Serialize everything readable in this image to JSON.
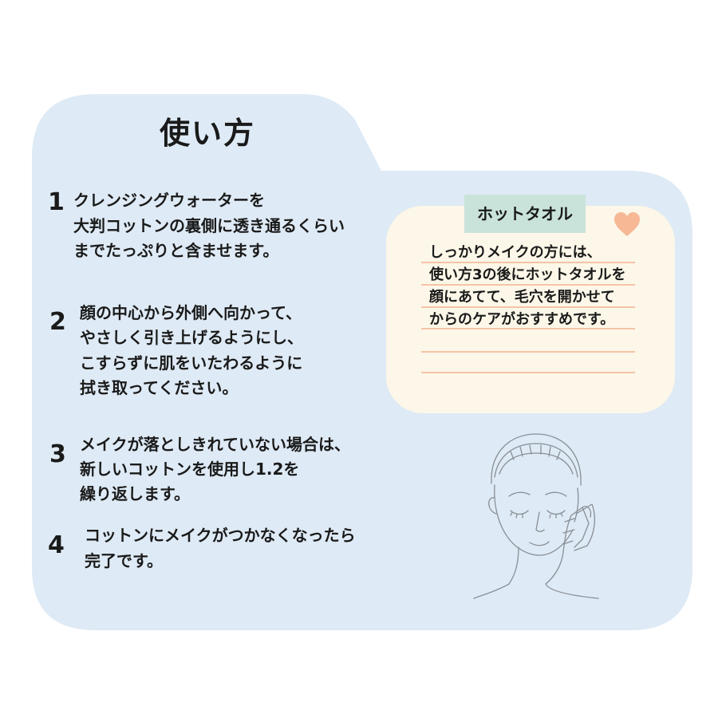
{
  "title": "使い方",
  "steps": [
    {
      "number": "1",
      "lines": [
        "クレンジングウォーターを",
        "大判コットンの裏側に透き通るくらい",
        "までたっぷりと含ませます。"
      ]
    },
    {
      "number": "2",
      "lines": [
        "顔の中心から外側へ向かって、",
        "やさしく引き上げるようにし、",
        "こすらずに肌をいたわるように",
        "拭き取ってください。"
      ]
    },
    {
      "number": "3",
      "lines": [
        "メイクが落としきれていない場合は、",
        "新しいコットンを使用し1.2を",
        "繰り返します。"
      ]
    },
    {
      "number": "4",
      "lines": [
        "コットンにメイクがつかなくなったら",
        "完了です。"
      ]
    }
  ],
  "note": {
    "tab_label": "ホットタオル",
    "lines": [
      "しっかりメイクの方には、",
      "使い方3の後にホットタオルを",
      "顔にあてて、毛穴を開かせて",
      "からのケアがおすすめです。"
    ]
  },
  "colors": {
    "folder": "#deeaf5",
    "note_card": "#fcf7e8",
    "note_tab": "#c9e3da",
    "note_rule": "#f5c4a6",
    "heart": "#f6b895"
  },
  "icons": [
    "heart-icon",
    "woman-face-illustration"
  ]
}
